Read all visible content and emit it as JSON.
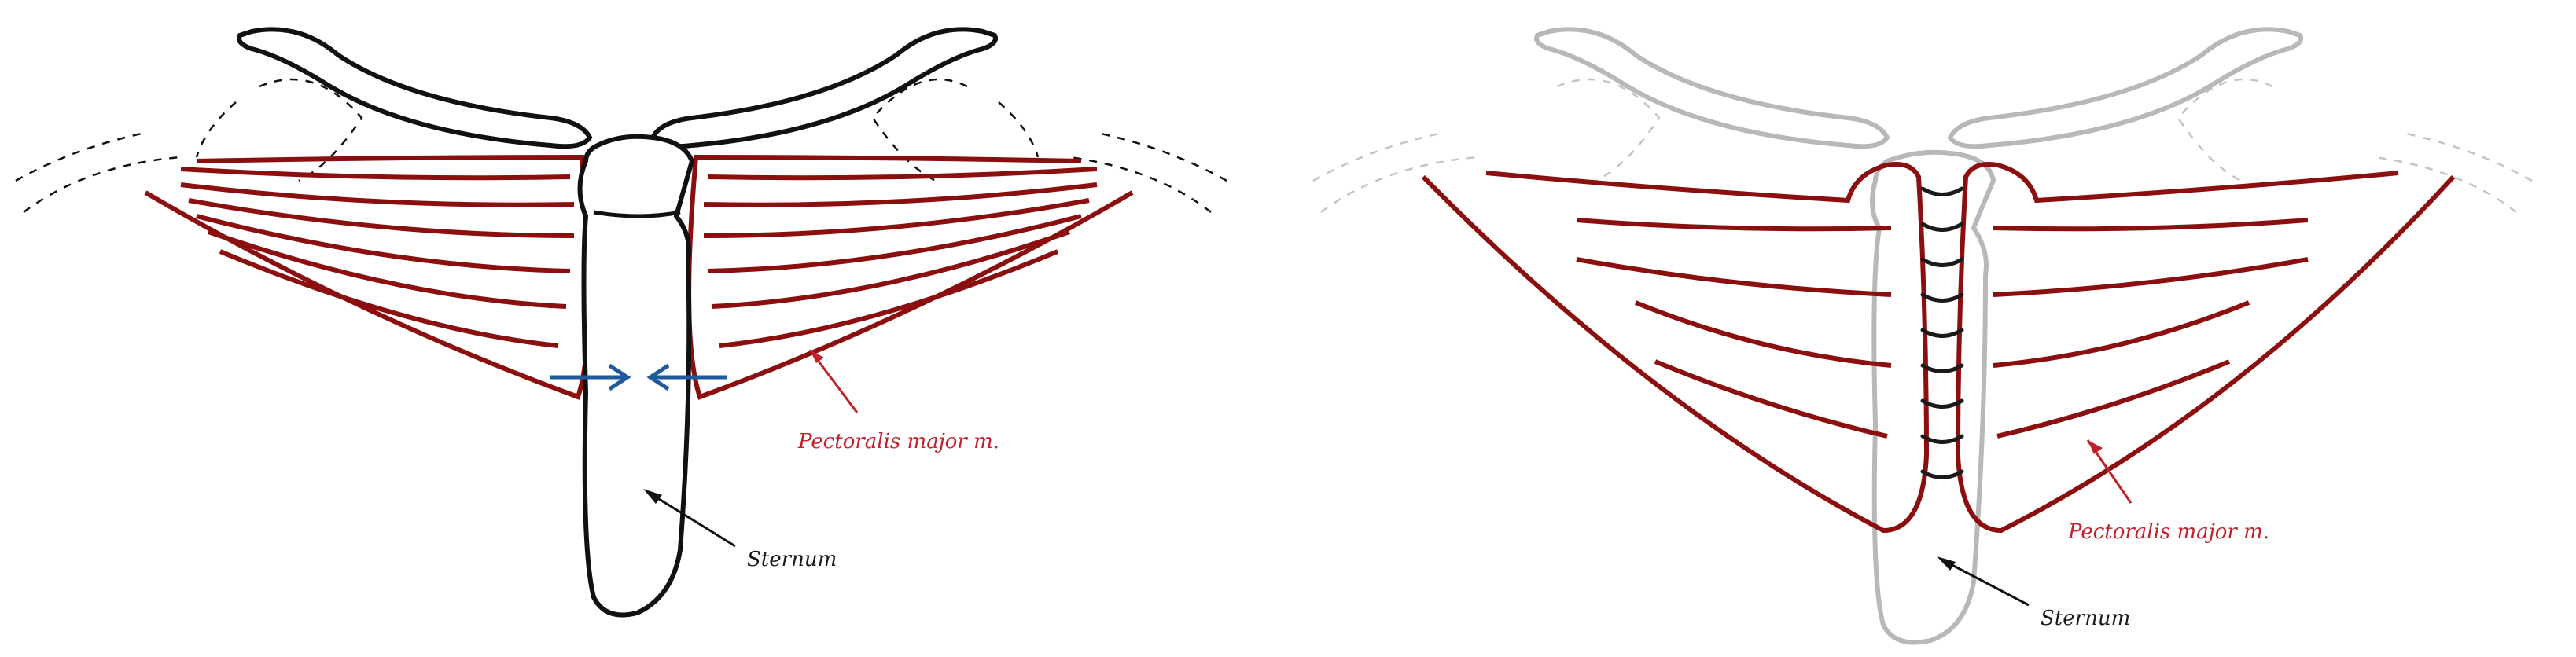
{
  "colors": {
    "muscle": "#8b0f0f",
    "bone_left": "#111111",
    "bone_right": "#b8b8b8",
    "arrows_blue": "#1e5a9c",
    "suture": "#1a1a1a",
    "muscle_label": "#c0202a"
  },
  "panels": [
    {
      "id": "before",
      "labels": {
        "muscle": "Pectoralis major m.",
        "bone": "Sternum"
      }
    },
    {
      "id": "after",
      "labels": {
        "muscle": "Pectoralis major m.",
        "bone": "Sternum"
      }
    }
  ]
}
